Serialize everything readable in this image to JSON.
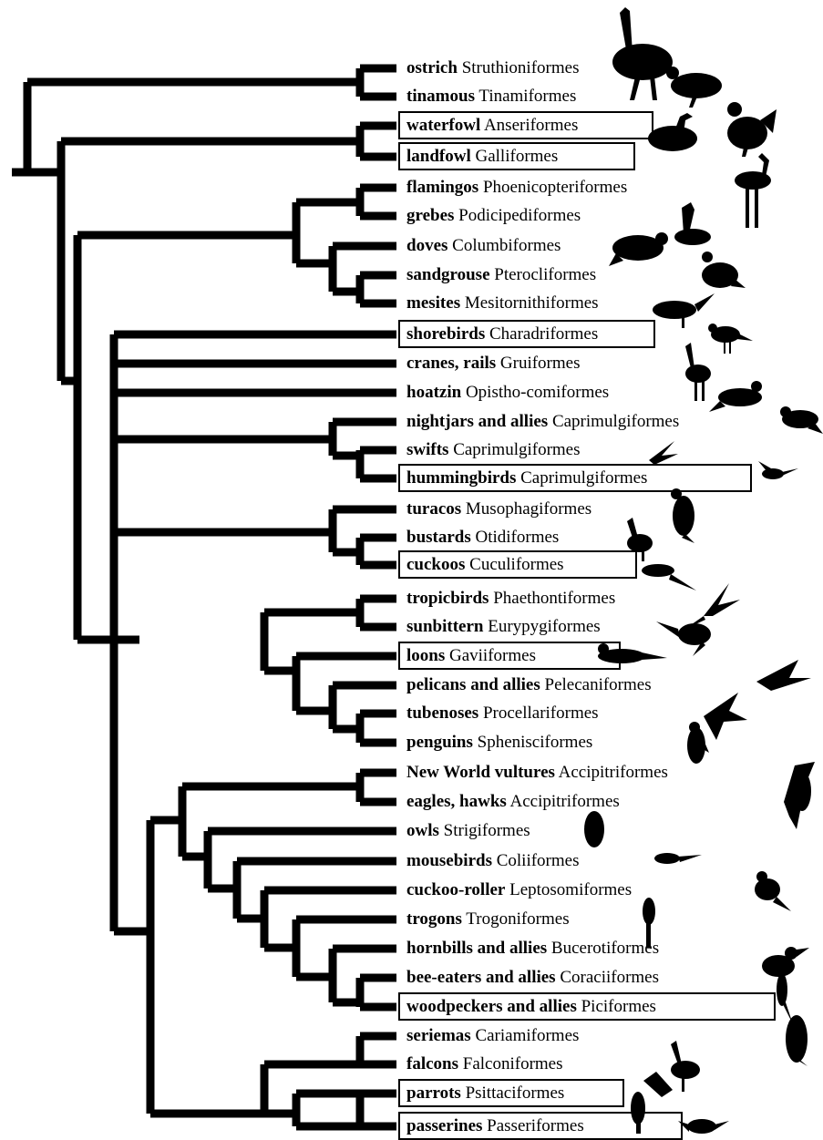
{
  "taxa": [
    {
      "common": "ostrich",
      "order": "Struthioniformes",
      "boxed": false,
      "icon": "ostrich-icon"
    },
    {
      "common": "tinamous",
      "order": "Tinamiformes",
      "boxed": false,
      "icon": "tinamou-icon"
    },
    {
      "common": "waterfowl",
      "order": "Anseriformes",
      "boxed": true,
      "icon": "duck-icon"
    },
    {
      "common": "landfowl",
      "order": "Galliformes",
      "boxed": true,
      "icon": "rooster-icon"
    },
    {
      "common": "flamingos",
      "order": "Phoenicopteriformes",
      "boxed": false,
      "icon": "flamingo-icon"
    },
    {
      "common": "grebes",
      "order": "Podicipediformes",
      "boxed": false,
      "icon": "grebe-icon"
    },
    {
      "common": "doves",
      "order": "Columbiformes",
      "boxed": false,
      "icon": "dove-icon"
    },
    {
      "common": "sandgrouse",
      "order": "Pterocliformes",
      "boxed": false,
      "icon": "sandgrouse-icon"
    },
    {
      "common": "mesites",
      "order": "Mesitornithiformes",
      "boxed": false,
      "icon": "mesite-icon"
    },
    {
      "common": "shorebirds",
      "order": "Charadriformes",
      "boxed": true,
      "icon": "shorebird-icon"
    },
    {
      "common": "cranes, rails",
      "order": "Gruiformes",
      "boxed": false,
      "icon": "crane-icon"
    },
    {
      "common": "hoatzin",
      "order": "Opistho-comiformes",
      "boxed": false,
      "icon": "hoatzin-icon"
    },
    {
      "common": "nightjars and allies",
      "order": "Caprimulgiformes",
      "boxed": false,
      "icon": "nightjar-icon"
    },
    {
      "common": "swifts",
      "order": "Caprimulgiformes",
      "boxed": false,
      "icon": "swift-icon"
    },
    {
      "common": "hummingbirds",
      "order": "Caprimulgiformes",
      "boxed": true,
      "icon": "hummingbird-icon"
    },
    {
      "common": "turacos",
      "order": "Musophagiformes",
      "boxed": false,
      "icon": "turaco-icon"
    },
    {
      "common": "bustards",
      "order": "Otidiformes",
      "boxed": false,
      "icon": "bustard-icon"
    },
    {
      "common": "cuckoos",
      "order": "Cuculiformes",
      "boxed": true,
      "icon": "cuckoo-icon"
    },
    {
      "common": "tropicbirds",
      "order": "Phaethontiformes",
      "boxed": false,
      "icon": "tropicbird-icon"
    },
    {
      "common": "sunbittern",
      "order": "Eurypygiformes",
      "boxed": false,
      "icon": "sunbittern-icon"
    },
    {
      "common": "loons",
      "order": "Gaviiformes",
      "boxed": true,
      "icon": "loon-icon"
    },
    {
      "common": "pelicans and allies",
      "order": "Pelecaniformes",
      "boxed": false,
      "icon": "pelican-icon"
    },
    {
      "common": "tubenoses",
      "order": "Procellariformes",
      "boxed": false,
      "icon": "petrel-icon"
    },
    {
      "common": "penguins",
      "order": "Sphenisciformes",
      "boxed": false,
      "icon": "penguin-icon"
    },
    {
      "common": "New World vultures",
      "order": "Accipitriformes",
      "boxed": false,
      "icon": "vulture-icon"
    },
    {
      "common": "eagles, hawks",
      "order": "Accipitriformes",
      "boxed": false,
      "icon": "eagle-icon"
    },
    {
      "common": "owls",
      "order": "Strigiformes",
      "boxed": false,
      "icon": "owl-icon"
    },
    {
      "common": "mousebirds",
      "order": "Coliiformes",
      "boxed": false,
      "icon": "mousebird-icon"
    },
    {
      "common": "cuckoo-roller",
      "order": "Leptosomiformes",
      "boxed": false,
      "icon": "cuckoo-roller-icon"
    },
    {
      "common": "trogons",
      "order": "Trogoniformes",
      "boxed": false,
      "icon": "trogon-icon"
    },
    {
      "common": "hornbills and allies",
      "order": "Bucerotiformes",
      "boxed": false,
      "icon": "hornbill-icon"
    },
    {
      "common": "bee-eaters and allies",
      "order": "Coraciiformes",
      "boxed": false,
      "icon": "bee-eater-icon"
    },
    {
      "common": "woodpeckers and allies",
      "order": "Piciformes",
      "boxed": true,
      "icon": "woodpecker-icon"
    },
    {
      "common": "seriemas",
      "order": "Cariamiformes",
      "boxed": false,
      "icon": "seriema-icon"
    },
    {
      "common": "falcons",
      "order": "Falconiformes",
      "boxed": false,
      "icon": "falcon-icon"
    },
    {
      "common": "parrots",
      "order": "Psittaciformes",
      "boxed": true,
      "icon": "parrot-icon"
    },
    {
      "common": "passerines",
      "order": "Passeriformes",
      "boxed": true,
      "icon": "passerine-icon"
    }
  ],
  "colors": {
    "branch": "#000000",
    "silhouette": "#000000",
    "background": "#ffffff"
  }
}
